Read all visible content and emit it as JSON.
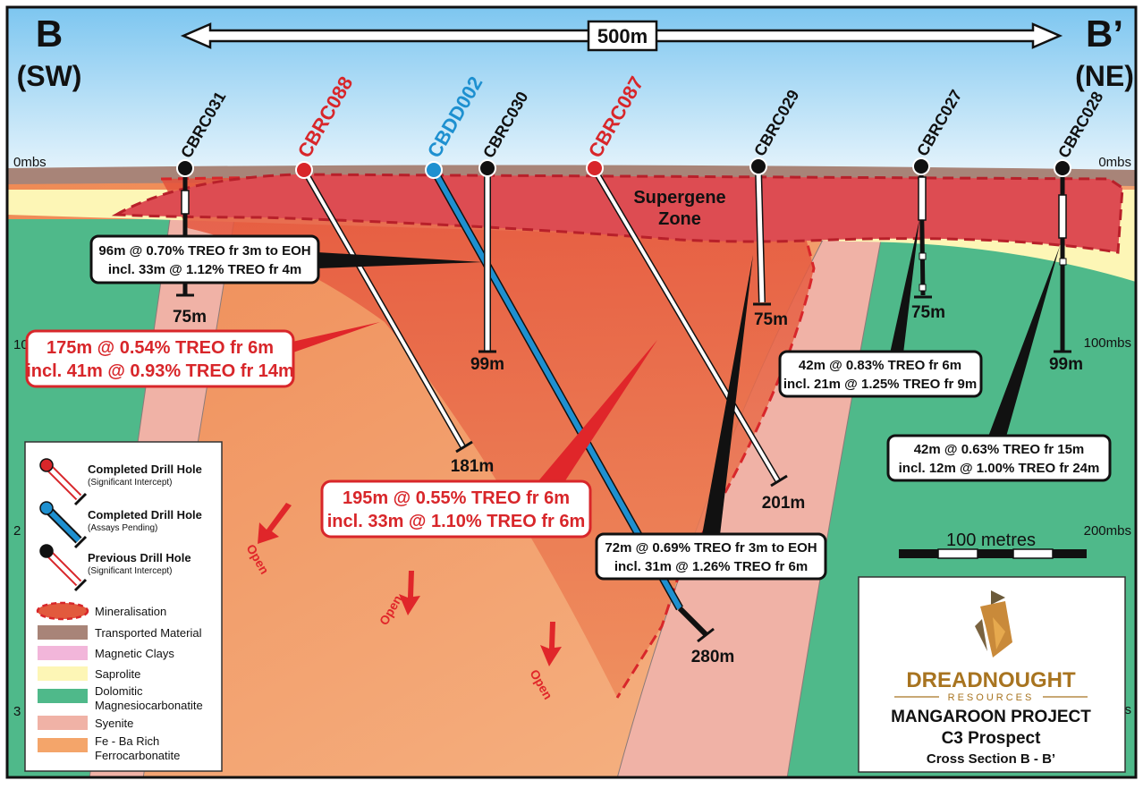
{
  "section": {
    "left_end": "B",
    "left_dir": "(SW)",
    "right_end": "B’",
    "right_dir": "(NE)",
    "scale_text": "500m",
    "zero_left": "0mbs",
    "zero_right": "0mbs",
    "depth_100": "100mbs",
    "depth_200": "200mbs",
    "depth_left_100": "10",
    "depth_left_200": "2",
    "depth_left_300": "3",
    "depth_right_300": "bs",
    "supergene_1": "Supergene",
    "supergene_2": "Zone"
  },
  "holes": [
    {
      "id": "CBRC031",
      "color": "#111111",
      "depth_label": "75m",
      "status": "previous"
    },
    {
      "id": "CBRC088",
      "color": "#d8262a",
      "depth_label": "181m",
      "status": "completed"
    },
    {
      "id": "CBDD002",
      "color": "#1e90d0",
      "depth_label": "280m",
      "status": "pending"
    },
    {
      "id": "CBRC030",
      "color": "#111111",
      "depth_label": "99m",
      "status": "previous"
    },
    {
      "id": "CBRC087",
      "color": "#d8262a",
      "depth_label": "201m",
      "status": "completed"
    },
    {
      "id": "CBRC029",
      "color": "#111111",
      "depth_label": "75m",
      "status": "previous"
    },
    {
      "id": "CBRC027",
      "color": "#111111",
      "depth_label": "75m",
      "status": "previous"
    },
    {
      "id": "CBRC028",
      "color": "#111111",
      "depth_label": "99m",
      "status": "previous"
    }
  ],
  "callouts": {
    "c1_l1": "96m @ 0.70% TREO fr 3m to EOH",
    "c1_l2": "incl. 33m @ 1.12% TREO fr 4m",
    "c2_l1": "175m @ 0.54% TREO fr 6m",
    "c2_l2": "incl. 41m @ 0.93% TREO fr 14m",
    "c3_l1": "195m @ 0.55% TREO fr 6m",
    "c3_l2": "incl. 33m @ 1.10% TREO fr 6m",
    "c4_l1": "72m @ 0.69% TREO fr 3m to EOH",
    "c4_l2": "incl. 31m @ 1.26% TREO fr 6m",
    "c5_l1": "42m @ 0.83% TREO fr 6m",
    "c5_l2": "incl. 21m @ 1.25% TREO fr 9m",
    "c6_l1": "42m @ 0.63% TREO fr 15m",
    "c6_l2": "incl. 12m @ 1.00% TREO fr 24m"
  },
  "open_label": "Open",
  "scalebar": {
    "label": "100 metres"
  },
  "legend": {
    "completed_title": "Completed Drill Hole",
    "completed_sub": "(Significant Intercept)",
    "pending_title": "Completed Drill Hole",
    "pending_sub": "(Assays Pending)",
    "previous_title": "Previous Drill Hole",
    "previous_sub": "(Significant Intercept)",
    "items": [
      {
        "label": "Mineralisation",
        "color": "#e25a3d"
      },
      {
        "label": "Transported Material",
        "color": "#a88478"
      },
      {
        "label": "Magnetic Clays",
        "color": "#f2b6da"
      },
      {
        "label": "Saprolite",
        "color": "#fdf6b6"
      },
      {
        "label": "Dolomitic",
        "label2": "Magnesiocarbonatite",
        "color": "#4fb98a"
      },
      {
        "label": "Syenite",
        "color": "#f0b2a6"
      },
      {
        "label": "Fe - Ba Rich",
        "label2": "Ferrocarbonatite",
        "color": "#f4a56a"
      }
    ]
  },
  "titlebox": {
    "logo_main": "DREADNOUGHT",
    "logo_sub": "RESOURCES",
    "project": "MANGAROON PROJECT",
    "prospect": "C3 Prospect",
    "section": "Cross Section B - B’"
  }
}
